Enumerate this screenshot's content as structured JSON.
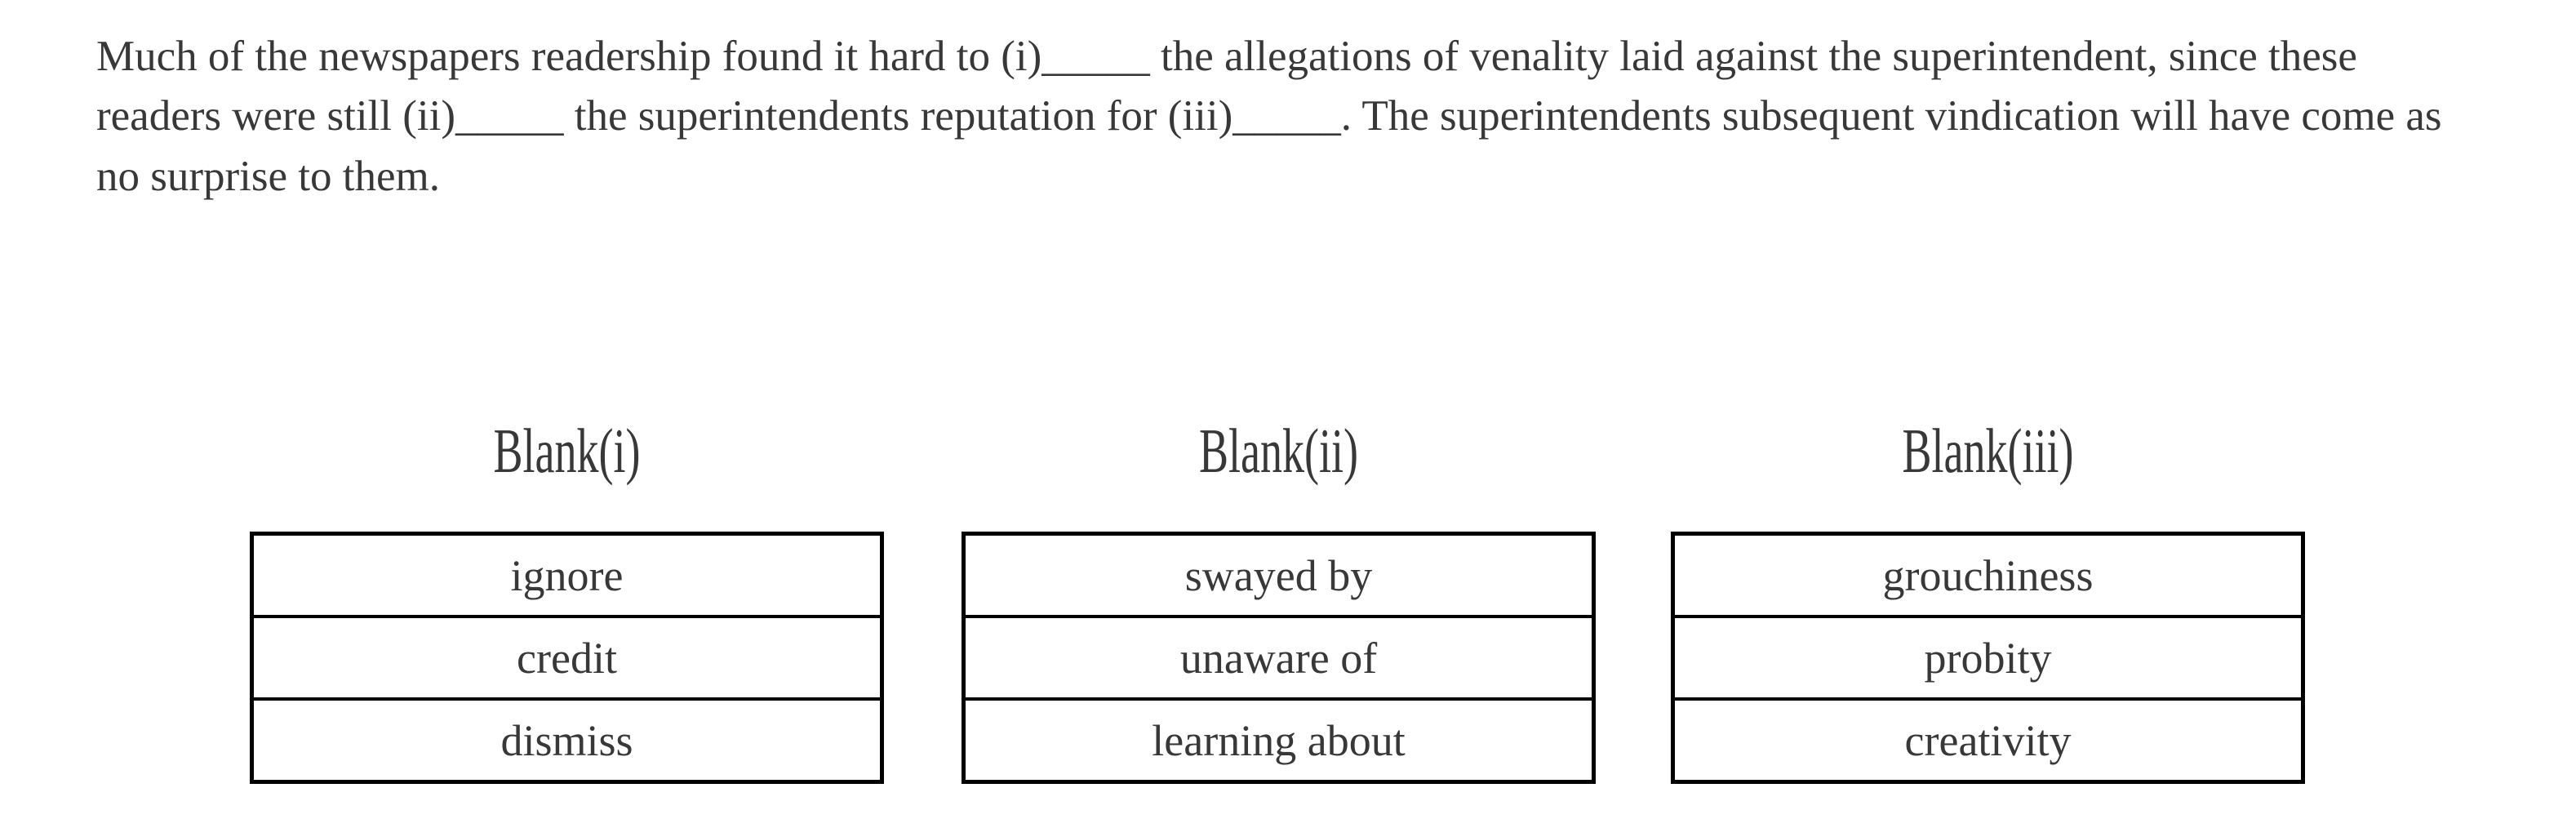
{
  "question": {
    "passage_lines": [
      "Much of the newspapers readership found it hard to (i)_____ the allegations of venality laid against the superintendent, since these",
      "readers were still (ii)_____ the superintendents reputation for (iii)_____. The superintendents subsequent vindication will have come as",
      "no surprise to them."
    ]
  },
  "blanks": [
    {
      "label": "Blank(i)",
      "options": [
        "ignore",
        "credit",
        "dismiss"
      ]
    },
    {
      "label": "Blank(ii)",
      "options": [
        "swayed by",
        "unaware of",
        "learning about"
      ]
    },
    {
      "label": "Blank(iii)",
      "options": [
        "grouchiness",
        "probity",
        "creativity"
      ]
    }
  ],
  "colors": {
    "text": "#383838",
    "border": "#000000",
    "background": "#ffffff"
  }
}
